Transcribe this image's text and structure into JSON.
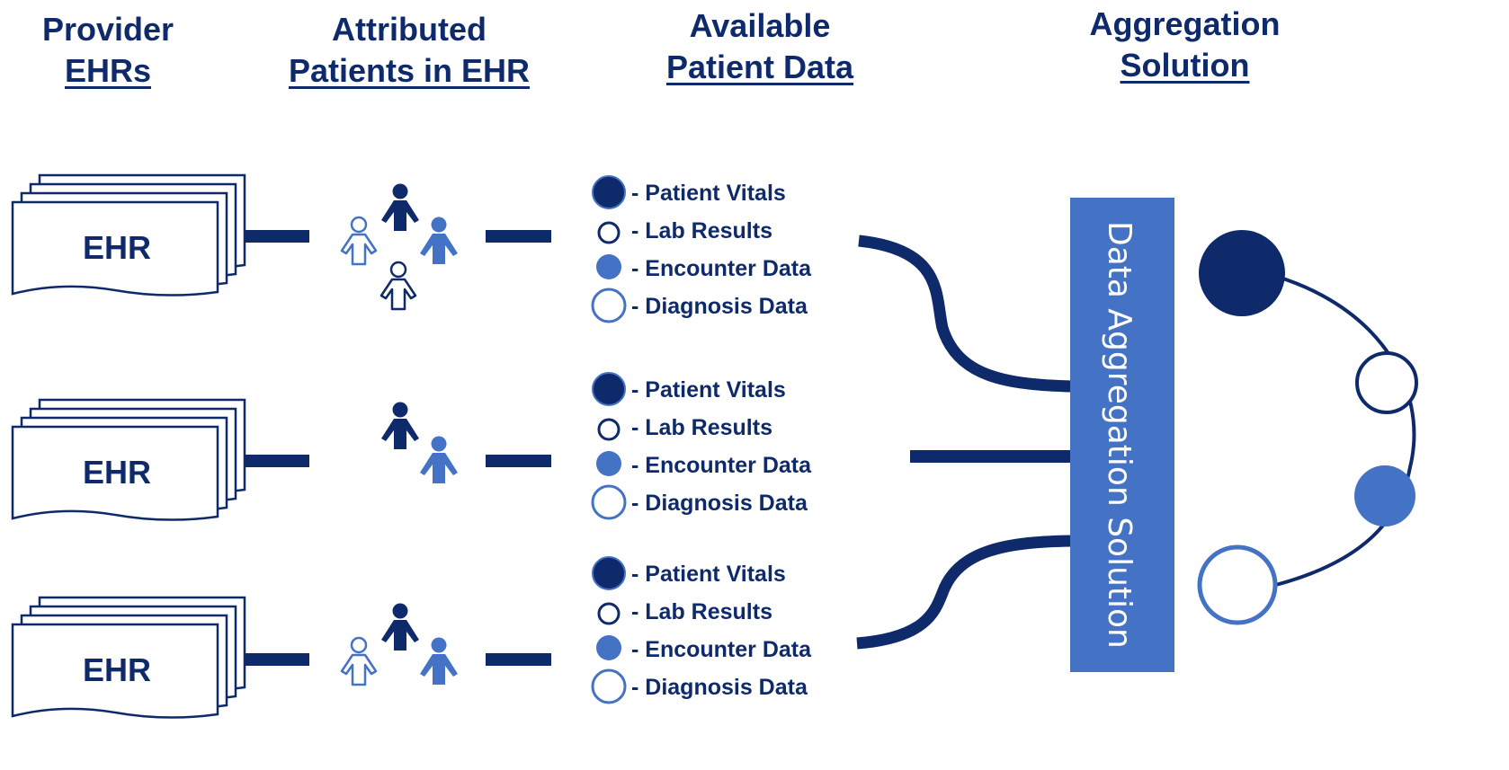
{
  "headers": {
    "provider": [
      "Provider",
      "EHRs"
    ],
    "attributed": [
      "Attributed",
      "Patients in EHR"
    ],
    "available": [
      "Available",
      "Patient Data"
    ],
    "aggregation": [
      "Aggregation",
      "Solution"
    ]
  },
  "ehr_label": "EHR",
  "legend": [
    "- Patient Vitals",
    "- Lab Results",
    "- Encounter Data",
    "- Diagnosis Data"
  ],
  "aggregation_label": "Data Aggregation Solution",
  "colors": {
    "navy": "#0E2A6B",
    "blue": "#4472C4",
    "white": "#ffffff"
  },
  "icons": [
    "ehr-document-stack-icon",
    "person-icon",
    "person-outline-icon"
  ]
}
